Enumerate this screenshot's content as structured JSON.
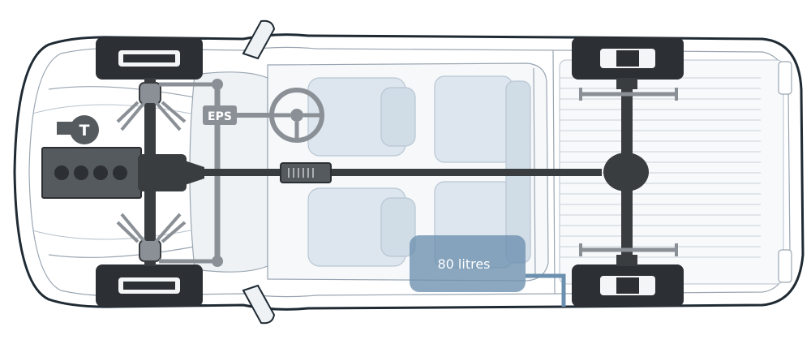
{
  "labels": {
    "eps": "EPS",
    "turbo": "T",
    "fuel_tank": "80 litres"
  },
  "colors": {
    "body_outline": "#1f2a33",
    "body_line": "#9aa6b2",
    "glass_fill": "#eef2f5",
    "seat_fill": "#dde6ee",
    "drivetrain": "#3a3d40",
    "steering": "#8a9096",
    "engine": "#555a5f",
    "tank": "#6b8fae",
    "tank_text": "#ffffff",
    "tyre": "#2c2f33"
  },
  "icons": [
    "turbo-icon",
    "steering-wheel-icon",
    "fuel-tank-icon"
  ]
}
